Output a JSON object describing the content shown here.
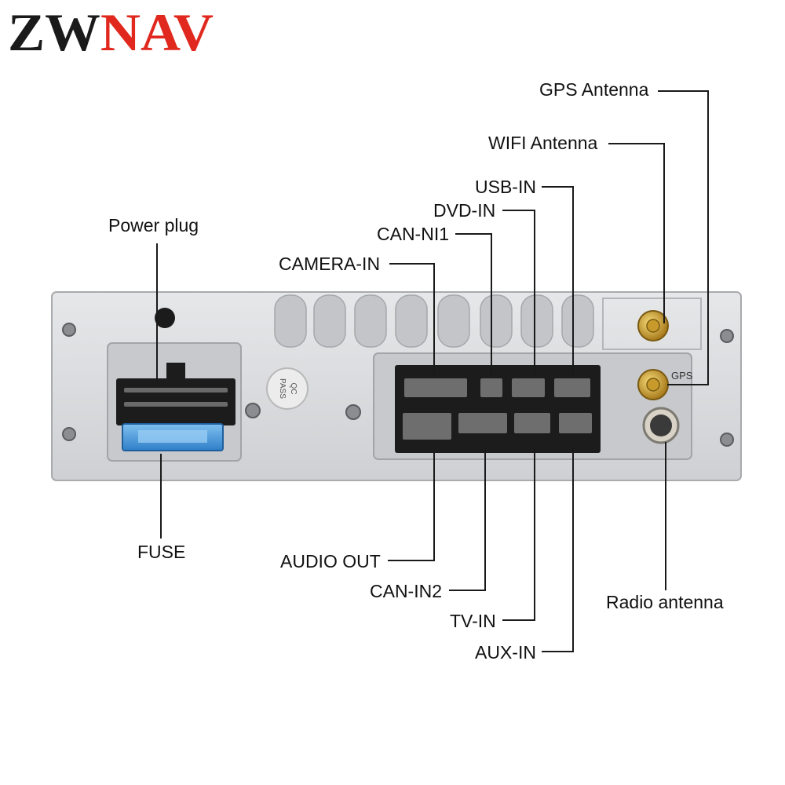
{
  "brand": {
    "name": "ZWNAV",
    "part_dark": "ZW",
    "part_red": "NAV",
    "colors": {
      "dark": "#1a1a1a",
      "red": "#e0281e"
    }
  },
  "device": {
    "panel_color": "#d9dadc",
    "connector_color": "#1c1c1c",
    "fuse_color": "#3f8fd6",
    "sticker_text": [
      "QC",
      "PASS"
    ],
    "port_tag": "GPS"
  },
  "labels": {
    "gps_antenna": "GPS Antenna",
    "wifi_antenna": "WIFI Antenna",
    "usb_in": "USB-IN",
    "dvd_in": "DVD-IN",
    "can_ni1": "CAN-NI1",
    "camera_in": "CAMERA-IN",
    "power_plug": "Power plug",
    "fuse": "FUSE",
    "audio_out": "AUDIO OUT",
    "can_in2": "CAN-IN2",
    "tv_in": "TV-IN",
    "aux_in": "AUX-IN",
    "radio_antenna": "Radio antenna"
  }
}
